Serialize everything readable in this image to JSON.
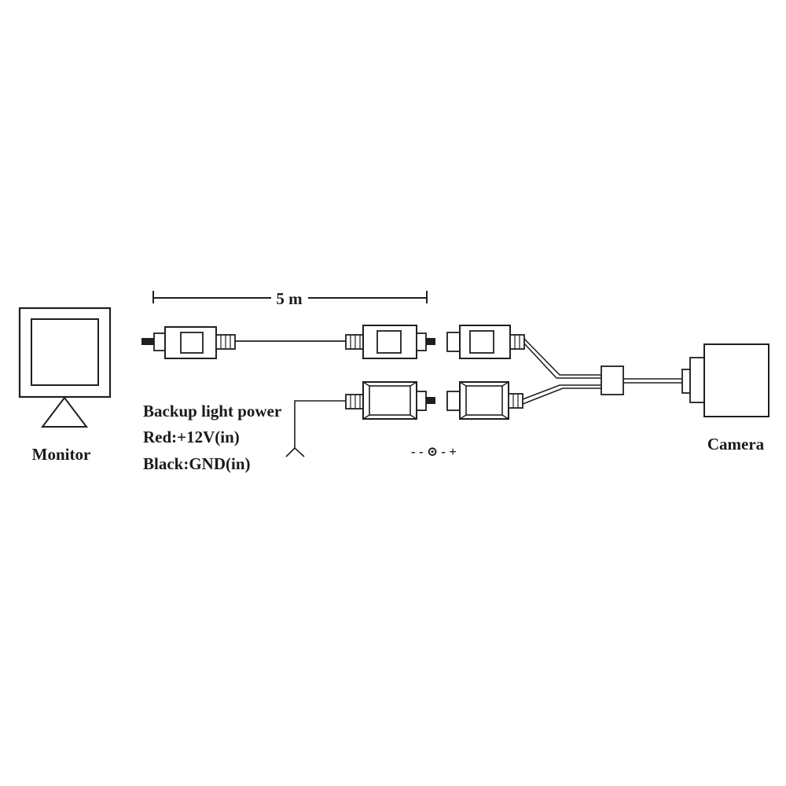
{
  "labels": {
    "length": "5 m",
    "monitor": "Monitor",
    "camera": "Camera",
    "power_title": "Backup light power",
    "power_red": "Red:+12V(in)",
    "power_black": "Black:GND(in)",
    "polarity": "- - ⊙ - +"
  },
  "colors": {
    "line": "#1f1f1f",
    "text": "#1a1a1a",
    "background": "#ffffff"
  }
}
